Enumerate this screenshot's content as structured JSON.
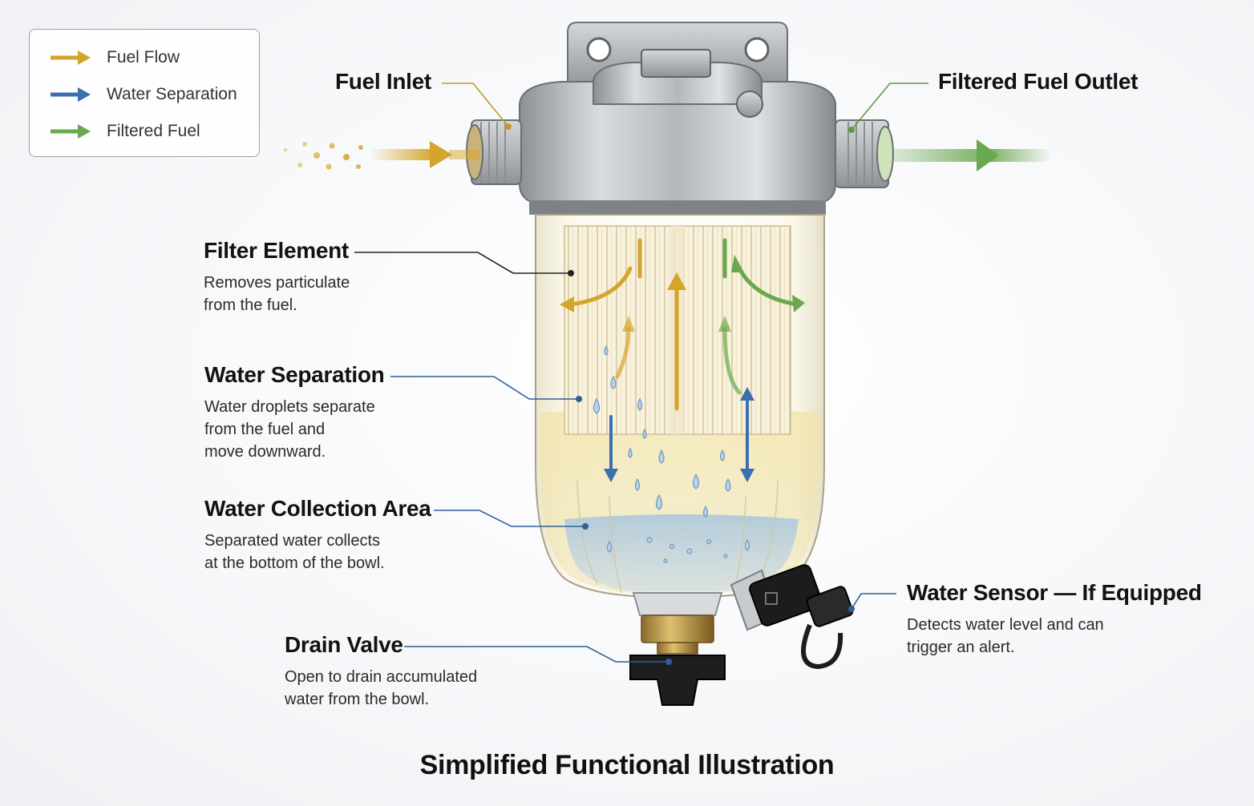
{
  "legend": {
    "items": [
      {
        "label": "Fuel Flow",
        "color": "#d4a52a"
      },
      {
        "label": "Water Separation",
        "color": "#3a6fb0"
      },
      {
        "label": "Filtered Fuel",
        "color": "#6aa84f"
      }
    ]
  },
  "labels": {
    "fuel_inlet": "Fuel Inlet",
    "filtered_outlet": "Filtered Fuel Outlet",
    "filter_element": {
      "title": "Filter Element",
      "desc": "Removes particulate\nfrom the fuel."
    },
    "water_separation": {
      "title": "Water Separation",
      "desc": "Water droplets separate\nfrom the fuel and\nmove downward."
    },
    "water_collection": {
      "title": "Water Collection Area",
      "desc": "Separated water collects\nat the bottom of the bowl."
    },
    "water_sensor": {
      "title": "Water Sensor — If Equipped",
      "desc": "Detects water level and can\ntrigger an alert."
    },
    "drain_valve": {
      "title": "Drain Valve",
      "desc": "Open to drain accumulated\nwater from the bowl."
    }
  },
  "footer": {
    "title": "Simplified Functional Illustration"
  },
  "colors": {
    "fuel": "#d4a52a",
    "water": "#3a6fb0",
    "filtered": "#6aa84f",
    "leader": "#222222"
  }
}
